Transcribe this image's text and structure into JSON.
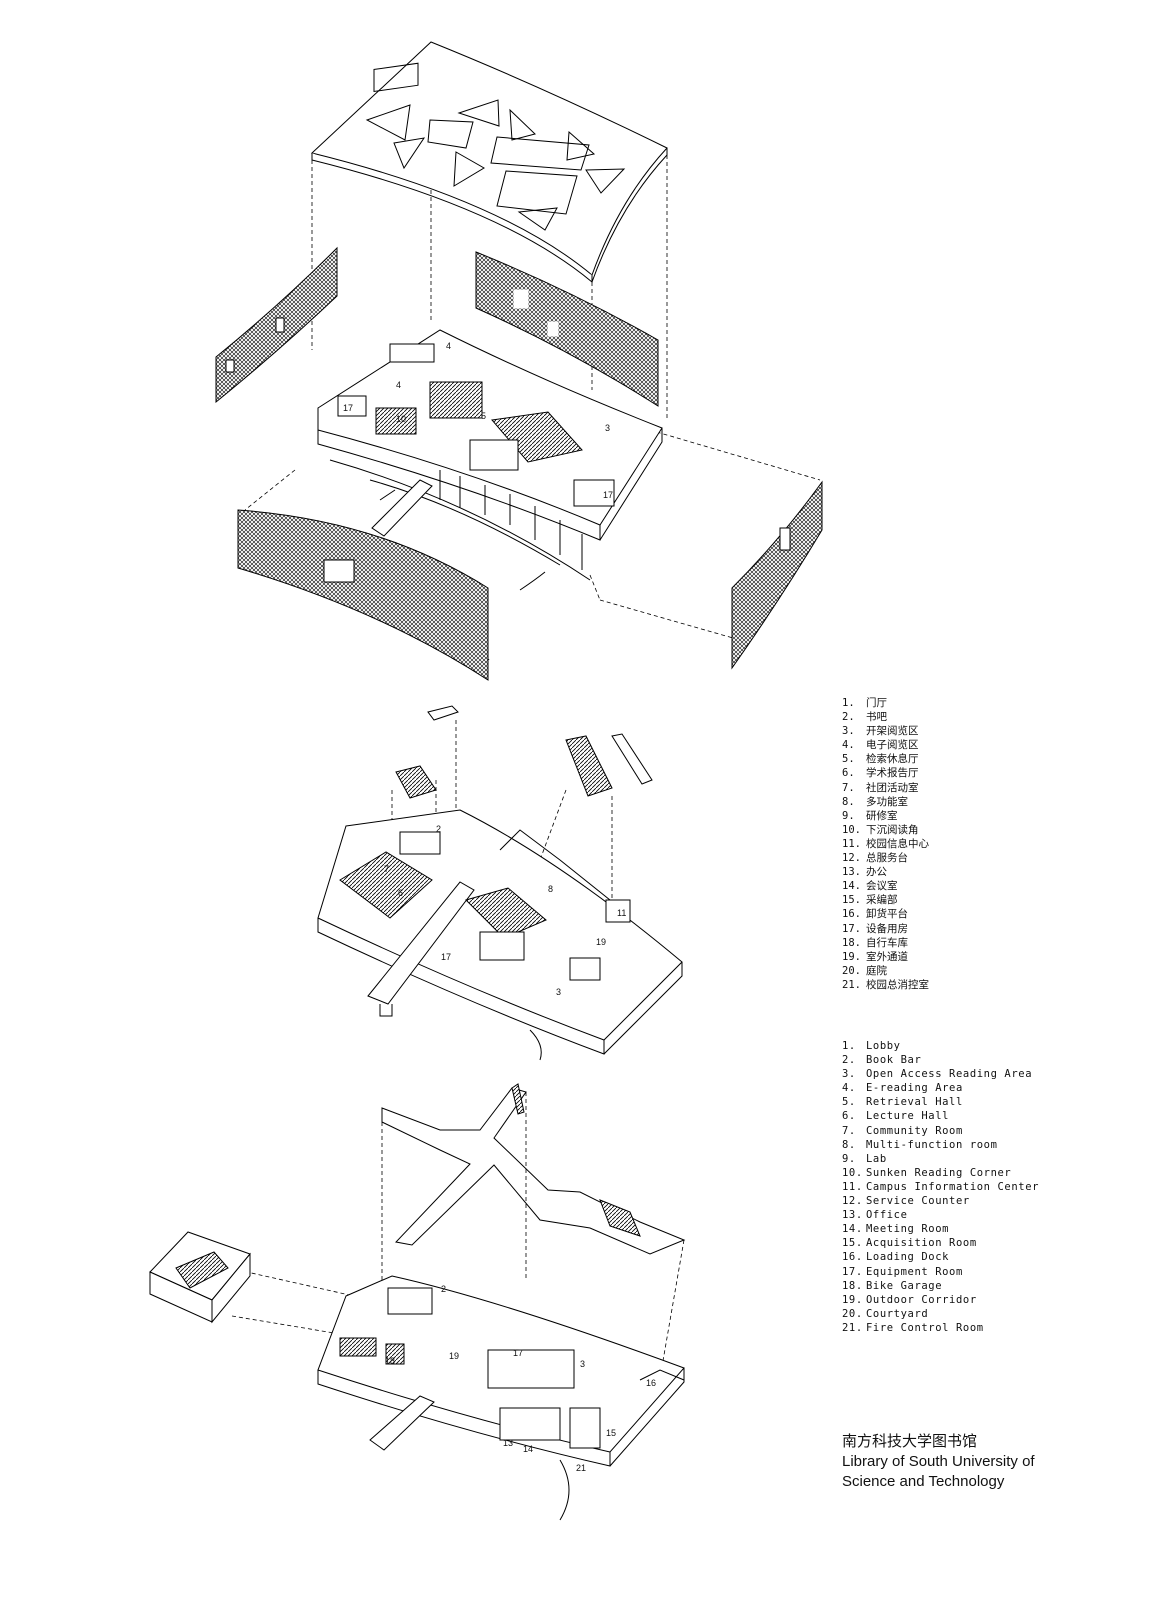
{
  "legend_cn": [
    {
      "num": "1.",
      "label": "门厅"
    },
    {
      "num": "2.",
      "label": "书吧"
    },
    {
      "num": "3.",
      "label": "开架阅览区"
    },
    {
      "num": "4.",
      "label": "电子阅览区"
    },
    {
      "num": "5.",
      "label": "检索休息厅"
    },
    {
      "num": "6.",
      "label": "学术报告厅"
    },
    {
      "num": "7.",
      "label": "社团活动室"
    },
    {
      "num": "8.",
      "label": "多功能室"
    },
    {
      "num": "9.",
      "label": "研修室"
    },
    {
      "num": "10.",
      "label": "下沉阅读角"
    },
    {
      "num": "11.",
      "label": "校园信息中心"
    },
    {
      "num": "12.",
      "label": "总服务台"
    },
    {
      "num": "13.",
      "label": "办公"
    },
    {
      "num": "14.",
      "label": "会议室"
    },
    {
      "num": "15.",
      "label": "采编部"
    },
    {
      "num": "16.",
      "label": "卸货平台"
    },
    {
      "num": "17.",
      "label": "设备用房"
    },
    {
      "num": "18.",
      "label": "自行车库"
    },
    {
      "num": "19.",
      "label": "室外通道"
    },
    {
      "num": "20.",
      "label": "庭院"
    },
    {
      "num": "21.",
      "label": "校园总消控室"
    }
  ],
  "legend_en": [
    {
      "num": "1.",
      "label": "Lobby"
    },
    {
      "num": "2.",
      "label": "Book Bar"
    },
    {
      "num": "3.",
      "label": "Open Access Reading Area"
    },
    {
      "num": "4.",
      "label": "E-reading Area"
    },
    {
      "num": "5.",
      "label": "Retrieval Hall"
    },
    {
      "num": "6.",
      "label": "Lecture Hall"
    },
    {
      "num": "7.",
      "label": "Community Room"
    },
    {
      "num": "8.",
      "label": "Multi-function room"
    },
    {
      "num": "9.",
      "label": "Lab"
    },
    {
      "num": "10.",
      "label": "Sunken Reading Corner"
    },
    {
      "num": "11.",
      "label": "Campus Information Center"
    },
    {
      "num": "12.",
      "label": "Service Counter"
    },
    {
      "num": "13.",
      "label": "Office"
    },
    {
      "num": "14.",
      "label": "Meeting Room"
    },
    {
      "num": "15.",
      "label": "Acquisition Room"
    },
    {
      "num": "16.",
      "label": "Loading Dock"
    },
    {
      "num": "17.",
      "label": "Equipment Room"
    },
    {
      "num": "18.",
      "label": "Bike Garage"
    },
    {
      "num": "19.",
      "label": "Outdoor Corridor"
    },
    {
      "num": "20.",
      "label": "Courtyard"
    },
    {
      "num": "21.",
      "label": "Fire Control Room"
    }
  ],
  "caption": {
    "cn": "南方科技大学图书馆",
    "en_line1": "Library of South University of",
    "en_line2": "Science and Technology"
  },
  "labels": {
    "top": [
      "4",
      "4",
      "17",
      "10",
      "5",
      "3",
      "17"
    ],
    "middle": [
      "2",
      "7",
      "6",
      "8",
      "11",
      "19",
      "17",
      "3"
    ],
    "bottom": [
      "2",
      "18",
      "19",
      "17",
      "3",
      "16",
      "15",
      "13",
      "14",
      "21"
    ]
  }
}
